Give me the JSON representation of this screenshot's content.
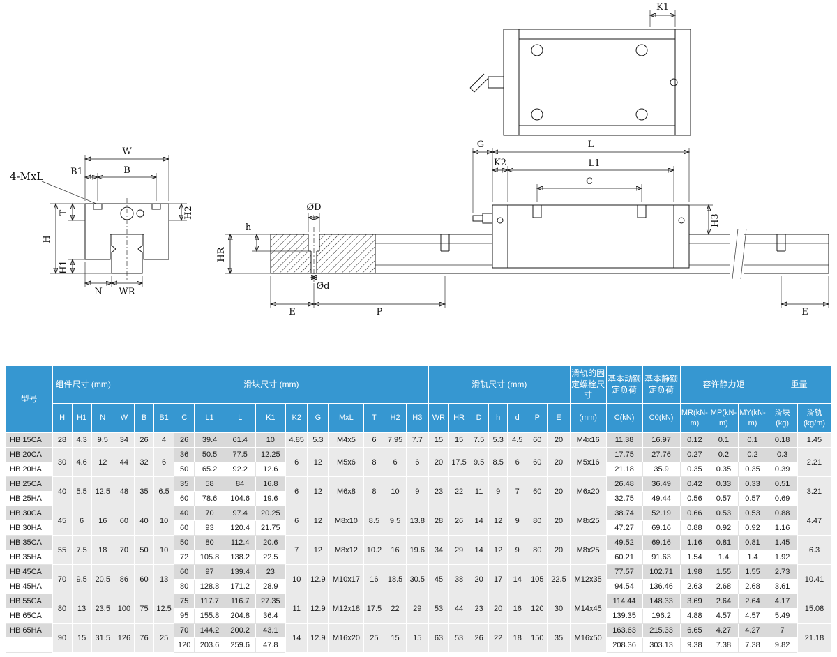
{
  "dims": {
    "k1": "K1",
    "w": "W",
    "b1": "B1",
    "b": "B",
    "mxl": "4-MxL",
    "t": "T",
    "h": "H",
    "h1": "H1",
    "h2": "H2",
    "n": "N",
    "wr": "WR",
    "dia_D": "ØD",
    "dia_d": "Ød",
    "h_small": "h",
    "hr": "HR",
    "e_left": "E",
    "p": "P",
    "g": "G",
    "l": "L",
    "k2": "K2",
    "l1": "L1",
    "c": "C",
    "h3": "H3",
    "e_right": "E"
  },
  "table": {
    "header": {
      "model": "型号",
      "groups": [
        {
          "label": "组件尺寸 (mm)",
          "span": 3
        },
        {
          "label": "滑块尺寸 (mm)",
          "span": 13
        },
        {
          "label": "滑轨尺寸 (mm)",
          "span": 7
        },
        {
          "label": "滑轨的固定螺栓尺寸",
          "span": 1
        },
        {
          "label": "基本动额定负荷",
          "span": 1
        },
        {
          "label": "基本静额定负荷",
          "span": 1
        },
        {
          "label": "容许静力矩",
          "span": 3
        },
        {
          "label": "重量",
          "span": 2
        }
      ],
      "columns": [
        "H",
        "H1",
        "N",
        "W",
        "B",
        "B1",
        "C",
        "L1",
        "L",
        "K1",
        "K2",
        "G",
        "MxL",
        "T",
        "H2",
        "H3",
        "WR",
        "HR",
        "D",
        "h",
        "d",
        "P",
        "E",
        "(mm)",
        "C(kN)",
        "C0(kN)",
        "MR(kN-m)",
        "MP(kN-m)",
        "MY(kN-m)",
        "滑块(kg)",
        "滑轨(kg/m)"
      ]
    },
    "groups": [
      {
        "models": [
          "HB 15CA"
        ],
        "left": [
          "28",
          "4.3",
          "9.5",
          "34",
          "26",
          "4"
        ],
        "rows": [
          [
            "26",
            "39.4",
            "61.4",
            "10"
          ]
        ],
        "mid": [
          "4.85",
          "5.3",
          "M4x5",
          "6",
          "7.95",
          "7.7",
          "15",
          "15",
          "7.5",
          "5.3",
          "4.5",
          "60",
          "20",
          "M4x16"
        ],
        "loads": [
          [
            "11.38",
            "16.97",
            "0.12",
            "0.1",
            "0.1",
            "0.18"
          ]
        ],
        "rail_kg": "1.45"
      },
      {
        "models": [
          "HB 20CA",
          "HB 20HA"
        ],
        "left": [
          "30",
          "4.6",
          "12",
          "44",
          "32",
          "6"
        ],
        "rows": [
          [
            "36",
            "50.5",
            "77.5",
            "12.25"
          ],
          [
            "50",
            "65.2",
            "92.2",
            "12.6"
          ]
        ],
        "mid": [
          "6",
          "12",
          "M5x6",
          "8",
          "6",
          "6",
          "20",
          "17.5",
          "9.5",
          "8.5",
          "6",
          "60",
          "20",
          "M5x16"
        ],
        "loads": [
          [
            "17.75",
            "27.76",
            "0.27",
            "0.2",
            "0.2",
            "0.3"
          ],
          [
            "21.18",
            "35.9",
            "0.35",
            "0.35",
            "0.35",
            "0.39"
          ]
        ],
        "rail_kg": "2.21"
      },
      {
        "models": [
          "HB 25CA",
          "HB 25HA"
        ],
        "left": [
          "40",
          "5.5",
          "12.5",
          "48",
          "35",
          "6.5"
        ],
        "rows": [
          [
            "35",
            "58",
            "84",
            "16.8"
          ],
          [
            "60",
            "78.6",
            "104.6",
            "19.6"
          ]
        ],
        "mid": [
          "6",
          "12",
          "M6x8",
          "8",
          "10",
          "9",
          "23",
          "22",
          "11",
          "9",
          "7",
          "60",
          "20",
          "M6x20"
        ],
        "loads": [
          [
            "26.48",
            "36.49",
            "0.42",
            "0.33",
            "0.33",
            "0.51"
          ],
          [
            "32.75",
            "49.44",
            "0.56",
            "0.57",
            "0.57",
            "0.69"
          ]
        ],
        "rail_kg": "3.21"
      },
      {
        "models": [
          "HB 30CA",
          "HB 30HA"
        ],
        "left": [
          "45",
          "6",
          "16",
          "60",
          "40",
          "10"
        ],
        "rows": [
          [
            "40",
            "70",
            "97.4",
            "20.25"
          ],
          [
            "60",
            "93",
            "120.4",
            "21.75"
          ]
        ],
        "mid": [
          "6",
          "12",
          "M8x10",
          "8.5",
          "9.5",
          "13.8",
          "28",
          "26",
          "14",
          "12",
          "9",
          "80",
          "20",
          "M8x25"
        ],
        "loads": [
          [
            "38.74",
            "52.19",
            "0.66",
            "0.53",
            "0.53",
            "0.88"
          ],
          [
            "47.27",
            "69.16",
            "0.88",
            "0.92",
            "0.92",
            "1.16"
          ]
        ],
        "rail_kg": "4.47"
      },
      {
        "models": [
          "HB 35CA",
          "HB 35HA"
        ],
        "left": [
          "55",
          "7.5",
          "18",
          "70",
          "50",
          "10"
        ],
        "rows": [
          [
            "50",
            "80",
            "112.4",
            "20.6"
          ],
          [
            "72",
            "105.8",
            "138.2",
            "22.5"
          ]
        ],
        "mid": [
          "7",
          "12",
          "M8x12",
          "10.2",
          "16",
          "19.6",
          "34",
          "29",
          "14",
          "12",
          "9",
          "80",
          "20",
          "M8x25"
        ],
        "loads": [
          [
            "49.52",
            "69.16",
            "1.16",
            "0.81",
            "0.81",
            "1.45"
          ],
          [
            "60.21",
            "91.63",
            "1.54",
            "1.4",
            "1.4",
            "1.92"
          ]
        ],
        "rail_kg": "6.3"
      },
      {
        "models": [
          "HB 45CA",
          "HB 45HA"
        ],
        "left": [
          "70",
          "9.5",
          "20.5",
          "86",
          "60",
          "13"
        ],
        "rows": [
          [
            "60",
            "97",
            "139.4",
            "23"
          ],
          [
            "80",
            "128.8",
            "171.2",
            "28.9"
          ]
        ],
        "mid": [
          "10",
          "12.9",
          "M10x17",
          "16",
          "18.5",
          "30.5",
          "45",
          "38",
          "20",
          "17",
          "14",
          "105",
          "22.5",
          "M12x35"
        ],
        "loads": [
          [
            "77.57",
            "102.71",
            "1.98",
            "1.55",
            "1.55",
            "2.73"
          ],
          [
            "94.54",
            "136.46",
            "2.63",
            "2.68",
            "2.68",
            "3.61"
          ]
        ],
        "rail_kg": "10.41"
      },
      {
        "models": [
          "HB 55CA",
          "HB 65CA"
        ],
        "left": [
          "80",
          "13",
          "23.5",
          "100",
          "75",
          "12.5"
        ],
        "rows": [
          [
            "75",
            "117.7",
            "116.7",
            "27.35"
          ],
          [
            "95",
            "155.8",
            "204.8",
            "36.4"
          ]
        ],
        "mid": [
          "11",
          "12.9",
          "M12x18",
          "17.5",
          "22",
          "29",
          "53",
          "44",
          "23",
          "20",
          "16",
          "120",
          "30",
          "M14x45"
        ],
        "loads": [
          [
            "114.44",
            "148.33",
            "3.69",
            "2.64",
            "2.64",
            "4.17"
          ],
          [
            "139.35",
            "196.2",
            "4.88",
            "4.57",
            "4.57",
            "5.49"
          ]
        ],
        "rail_kg": "15.08"
      },
      {
        "models": [
          "HB 65HA",
          ""
        ],
        "left": [
          "90",
          "15",
          "31.5",
          "126",
          "76",
          "25"
        ],
        "rows": [
          [
            "70",
            "144.2",
            "200.2",
            "43.1"
          ],
          [
            "120",
            "203.6",
            "259.6",
            "47.8"
          ]
        ],
        "mid": [
          "14",
          "12.9",
          "M16x20",
          "25",
          "15",
          "15",
          "63",
          "53",
          "26",
          "22",
          "18",
          "150",
          "35",
          "M16x50"
        ],
        "loads": [
          [
            "163.63",
            "215.33",
            "6.65",
            "4.27",
            "4.27",
            "7"
          ],
          [
            "208.36",
            "303.13",
            "9.38",
            "7.38",
            "7.38",
            "9.82"
          ]
        ],
        "rail_kg": "21.18"
      }
    ]
  },
  "colors": {
    "header_blue": "#3697d1",
    "row_gray": "#d9d9d9",
    "merged_gray": "#eaeaea"
  }
}
